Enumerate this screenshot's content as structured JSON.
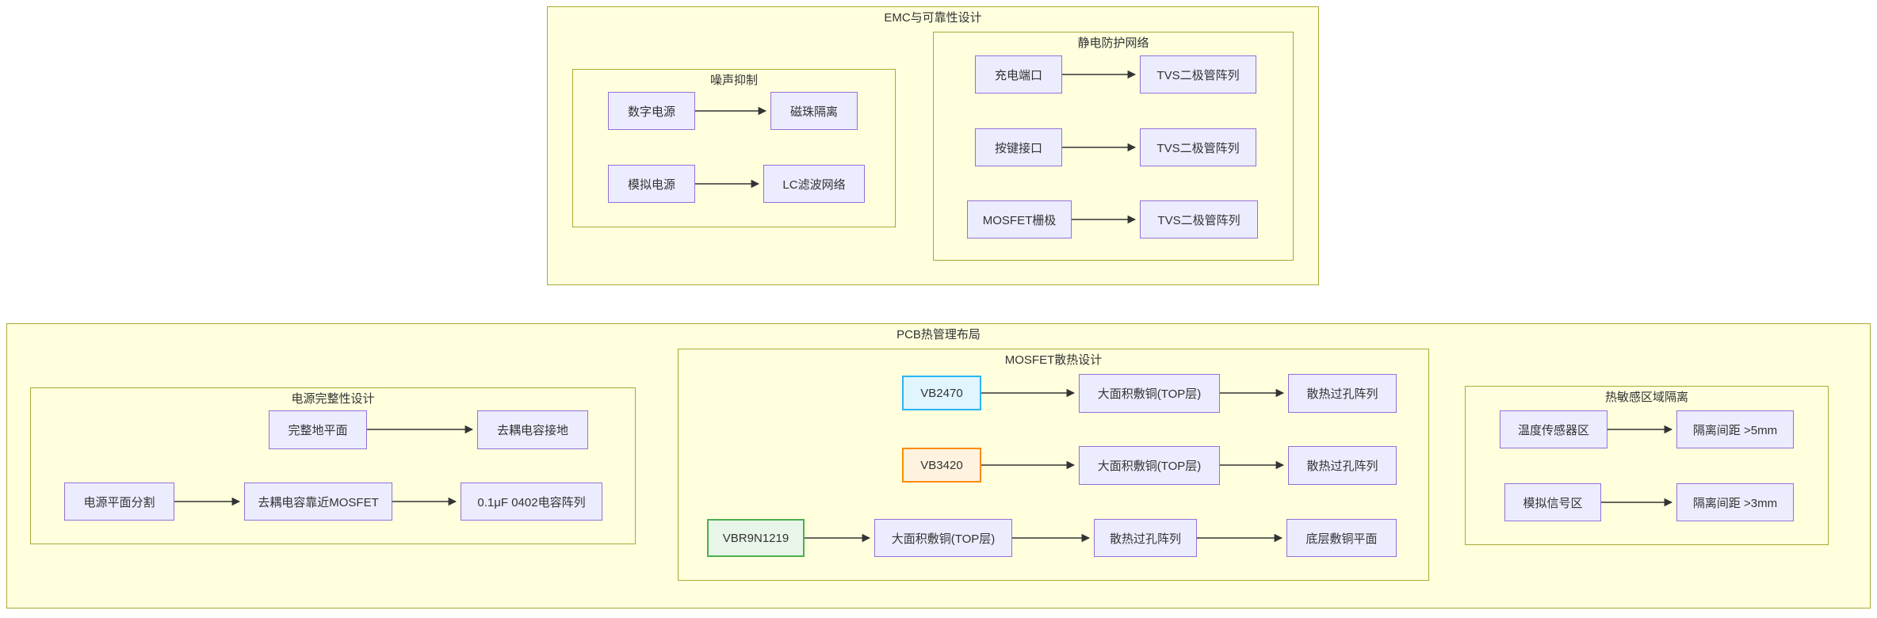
{
  "groups": {
    "emc": {
      "title": "EMC与可靠性设计"
    },
    "noise": {
      "title": "噪声抑制"
    },
    "esd": {
      "title": "静电防护网络"
    },
    "pcb": {
      "title": "PCB热管理布局"
    },
    "power": {
      "title": "电源完整性设计"
    },
    "mosfet": {
      "title": "MOSFET散热设计"
    },
    "thermal": {
      "title": "热敏感区域隔离"
    }
  },
  "nodes": {
    "digital_power": {
      "label": "数字电源"
    },
    "bead_isolation": {
      "label": "磁珠隔离"
    },
    "analog_power": {
      "label": "模拟电源"
    },
    "lc_filter": {
      "label": "LC滤波网络"
    },
    "charge_port": {
      "label": "充电端口"
    },
    "tvs_1": {
      "label": "TVS二极管阵列"
    },
    "key_interface": {
      "label": "按键接口"
    },
    "tvs_2": {
      "label": "TVS二极管阵列"
    },
    "mosfet_gate": {
      "label": "MOSFET栅极"
    },
    "tvs_3": {
      "label": "TVS二极管阵列"
    },
    "ground_plane": {
      "label": "完整地平面"
    },
    "decoupling_ground": {
      "label": "去耦电容接地"
    },
    "power_plane_split": {
      "label": "电源平面分割"
    },
    "decoupling_near_mosfet": {
      "label": "去耦电容靠近MOSFET"
    },
    "cap_array": {
      "label": "0.1μF 0402电容阵列"
    },
    "vb2470": {
      "label": "VB2470"
    },
    "copper_top_1": {
      "label": "大面积敷铜(TOP层)"
    },
    "vias_1": {
      "label": "散热过孔阵列"
    },
    "vb3420": {
      "label": "VB3420"
    },
    "copper_top_2": {
      "label": "大面积敷铜(TOP层)"
    },
    "vias_2": {
      "label": "散热过孔阵列"
    },
    "vbr9n1219": {
      "label": "VBR9N1219"
    },
    "copper_top_3": {
      "label": "大面积敷铜(TOP层)"
    },
    "vias_3": {
      "label": "散热过孔阵列"
    },
    "bottom_copper": {
      "label": "底层敷铜平面"
    },
    "temp_sensor_area": {
      "label": "温度传感器区"
    },
    "iso_5mm": {
      "label": "隔离间距 >5mm"
    },
    "analog_signal_area": {
      "label": "模拟信号区"
    },
    "iso_3mm": {
      "label": "隔离间距 >3mm"
    }
  },
  "colors": {
    "subgraph_fill": "#ffffde",
    "subgraph_border": "#aaaa33",
    "node_fill": "#ececff",
    "node_border": "#9370db",
    "text": "#333333",
    "edge": "#333333",
    "vb2470_fill": "#e1f5fe",
    "vb2470_border": "#29b6f6",
    "vb3420_fill": "#fff3e0",
    "vb3420_border": "#fb8c00",
    "vbr9n1219_fill": "#e8f5e9",
    "vbr9n1219_border": "#4caf50"
  }
}
